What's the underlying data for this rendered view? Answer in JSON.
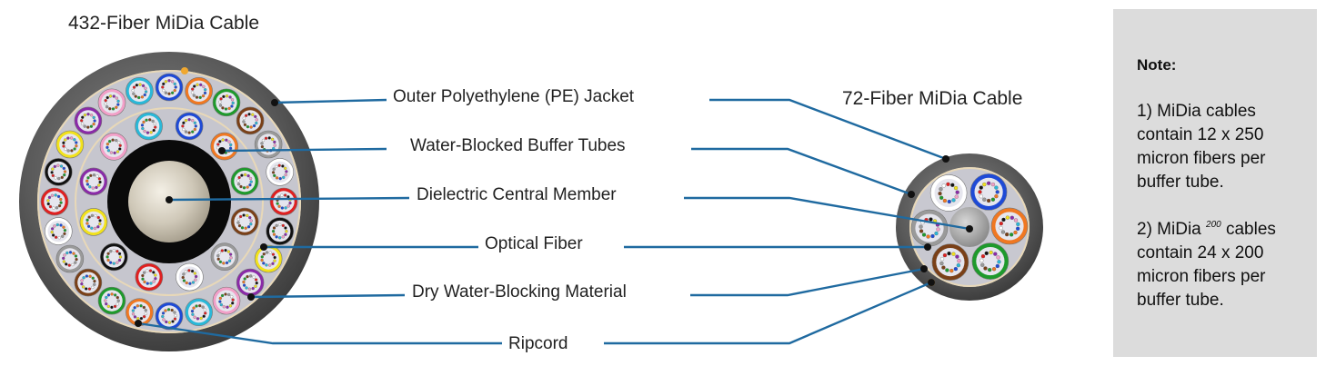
{
  "left_cable": {
    "title": "432-Fiber MiDia Cable"
  },
  "right_cable": {
    "title": "72-Fiber MiDia Cable"
  },
  "labels": {
    "jacket": "Outer Polyethylene (PE) Jacket",
    "buffer_tubes": "Water-Blocked Buffer Tubes",
    "central_member": "Dielectric Central Member",
    "optical_fiber": "Optical Fiber",
    "dry_material": "Dry Water-Blocking Material",
    "ripcord": "Ripcord"
  },
  "note": {
    "title": "Note:",
    "item1": "1) MiDia cables contain 12 x 250 micron fibers per buffer tube.",
    "item2_prefix": "2) MiDia",
    "item2_sup": "200",
    "item2_suffix": "cables contain 24 x 200 micron fibers per buffer tube."
  },
  "colors": {
    "leader": "#1f6aa0",
    "jacket": "#555555",
    "tube_fill": "#dcdce6",
    "core_black": "#0a0a0a",
    "central_member": "#c9c3b6",
    "ripcord": "#f0a830",
    "note_bg": "#dcdcdc",
    "tube_palette": [
      "#1e4ad6",
      "#f07822",
      "#1e9a2c",
      "#7a4018",
      "#9a9a9a",
      "#ffffff",
      "#e02020",
      "#111111",
      "#f2e21c",
      "#8a2aa8",
      "#f2a0c8",
      "#2ab8d8"
    ]
  }
}
